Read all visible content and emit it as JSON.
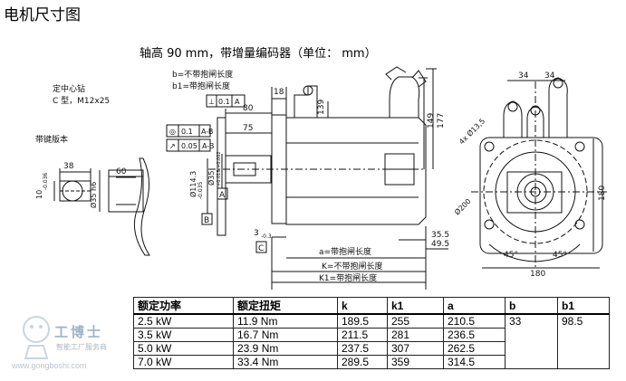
{
  "page_title": "电机尺寸图",
  "subtitle": "轴高 90 mm，带增量编码器（单位： mm）",
  "labels": {
    "center_hole": "定中心钻",
    "center_hole_type": "C 型，M12x25",
    "key_type": "带键版本",
    "b_no_brake": "b=不带抱闸长度",
    "b1_brake": "b1=带抱闸长度",
    "a_brake": "a=带抱闸长度",
    "k_no_brake": "K=不带抱闸长度",
    "k1_brake": "K1=带抱闸长度"
  },
  "dimensions": {
    "d18": "18",
    "d139": "139",
    "d80": "80",
    "d75": "75",
    "d149": "149",
    "d177": "177",
    "d34a": "34",
    "d34b": "34",
    "d4x135": "4x Ø13,5",
    "d200": "Ø200",
    "d180v": "180",
    "d180h": "180",
    "d45a": "45°",
    "d45b": "45°",
    "d35_5": "35.5",
    "d49_5": "49.5",
    "d3": "3",
    "d_03": "-0.3",
    "d38": "38",
    "d60": "60",
    "d10": "10",
    "d_0036": "-0.036",
    "d35h6": "Ø35 h6",
    "d114": "Ø114.3",
    "d114tol": "-0.035",
    "d35k": "Ø35",
    "d35tol": "+0.018 +0.002",
    "tol01": "0.1",
    "tol005": "0.05",
    "datumA": "A",
    "datumB": "B",
    "datumC": "C",
    "datumAB": "A-B"
  },
  "table": {
    "headers": [
      "额定功率",
      "额定扭矩",
      "k",
      "k1",
      "a",
      "b",
      "b1"
    ],
    "rows": [
      [
        "2.5 kW",
        "11.9 Nm",
        "189.5",
        "255",
        "210.5"
      ],
      [
        "3.5 kW",
        "16.7 Nm",
        "211.5",
        "281",
        "236.5"
      ],
      [
        "5.0 kW",
        "23.9 Nm",
        "237.5",
        "307",
        "262.5"
      ],
      [
        "7.0 kW",
        "33.4 Nm",
        "289.5",
        "359",
        "314.5"
      ]
    ],
    "b_value": "33",
    "b1_value": "98.5"
  },
  "watermark": {
    "name": "工博士",
    "slogan": "智能工厂服务商",
    "url": "www.gongboshi.com"
  },
  "colors": {
    "line": "#111111",
    "watermark": "#9fb3c8"
  }
}
